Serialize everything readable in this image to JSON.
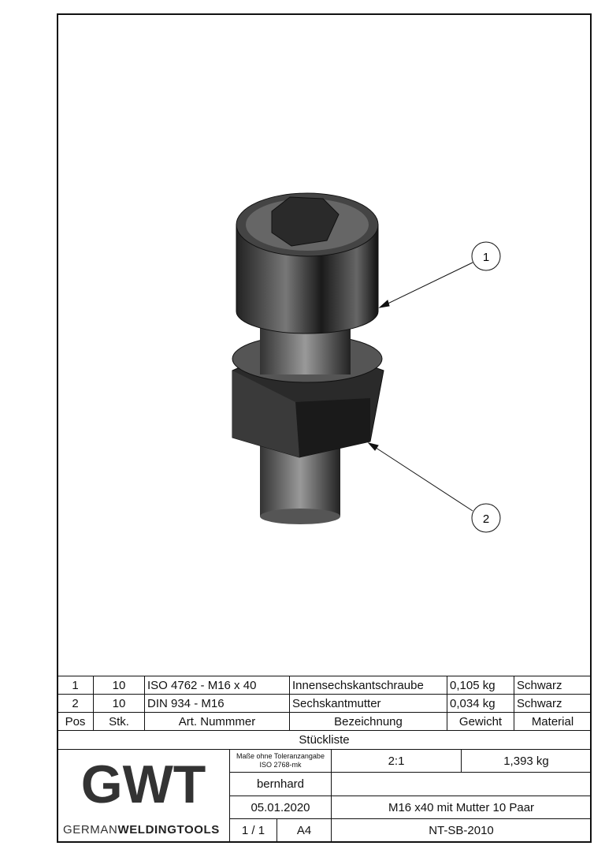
{
  "parts_list": {
    "rows": [
      {
        "pos": "1",
        "qty": "10",
        "article": "ISO 4762  - M16 x 40",
        "description": "Innensechskantschraube",
        "weight": "0,105 kg",
        "material": "Schwarz"
      },
      {
        "pos": "2",
        "qty": "10",
        "article": "DIN 934 - M16",
        "description": "Sechskantmutter",
        "weight": "0,034 kg",
        "material": "Schwarz"
      }
    ],
    "headers": {
      "pos": "Pos",
      "qty": "Stk.",
      "article": "Art. Nummmer",
      "description": "Bezeichnung",
      "weight": "Gewicht",
      "material": "Material"
    },
    "title": "Stückliste"
  },
  "title_block": {
    "logo": {
      "letters": "GWT",
      "tagline_light": "GERMAN",
      "tagline_bold": "WELDINGTOOLS"
    },
    "tolerance_line1": "Maße ohne Toleranzangabe",
    "tolerance_line2": "ISO 2768-mk",
    "scale": "2:1",
    "total_weight": "1,393 kg",
    "author": "bernhard",
    "date": "05.01.2020",
    "title": "M16 x40 mit Mutter 10 Paar",
    "sheet": "1 / 1",
    "format": "A4",
    "drawing_number": "NT-SB-2010"
  },
  "balloons": [
    "1",
    "2"
  ]
}
